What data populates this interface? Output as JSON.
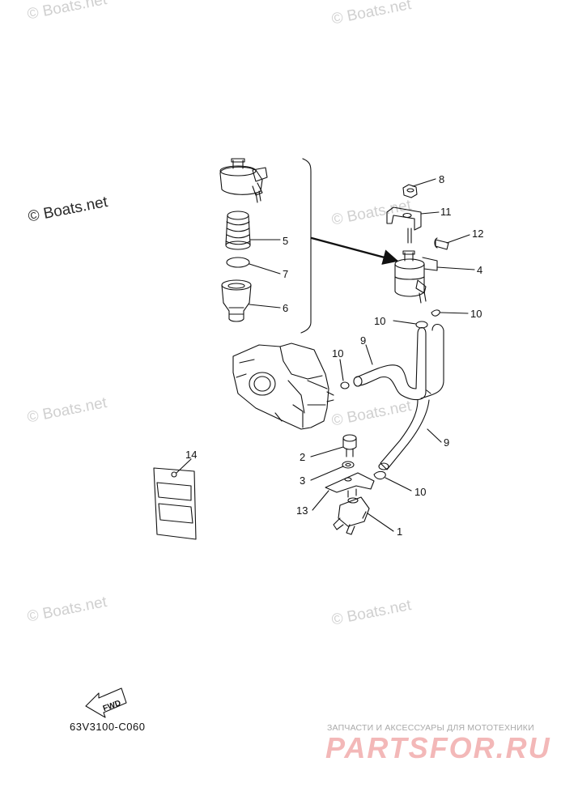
{
  "watermark": {
    "text": "© Boats.net",
    "color_light": "#d0d0d0",
    "color_dark": "#2a2a2a"
  },
  "callouts": [
    {
      "id": "c8",
      "label": "8"
    },
    {
      "id": "c11",
      "label": "11"
    },
    {
      "id": "c12",
      "label": "12"
    },
    {
      "id": "c5",
      "label": "5"
    },
    {
      "id": "c7",
      "label": "7"
    },
    {
      "id": "c4",
      "label": "4"
    },
    {
      "id": "c6",
      "label": "6"
    },
    {
      "id": "c10a",
      "label": "10"
    },
    {
      "id": "c10b",
      "label": "10"
    },
    {
      "id": "c9a",
      "label": "9"
    },
    {
      "id": "c10c",
      "label": "10"
    },
    {
      "id": "c9b",
      "label": "9"
    },
    {
      "id": "c14",
      "label": "14"
    },
    {
      "id": "c2",
      "label": "2"
    },
    {
      "id": "c3",
      "label": "3"
    },
    {
      "id": "c10d",
      "label": "10"
    },
    {
      "id": "c13",
      "label": "13"
    },
    {
      "id": "c1",
      "label": "1"
    }
  ],
  "fwd_label": "FWD",
  "diagram_code": "63V3100-C060",
  "brand": {
    "tagline": "ЗАПЧАСТИ И АКСЕССУАРЫ ДЛЯ МОТОТЕХНИКИ",
    "name": "PARTSFOR.RU",
    "color": "#f3b8b8"
  }
}
